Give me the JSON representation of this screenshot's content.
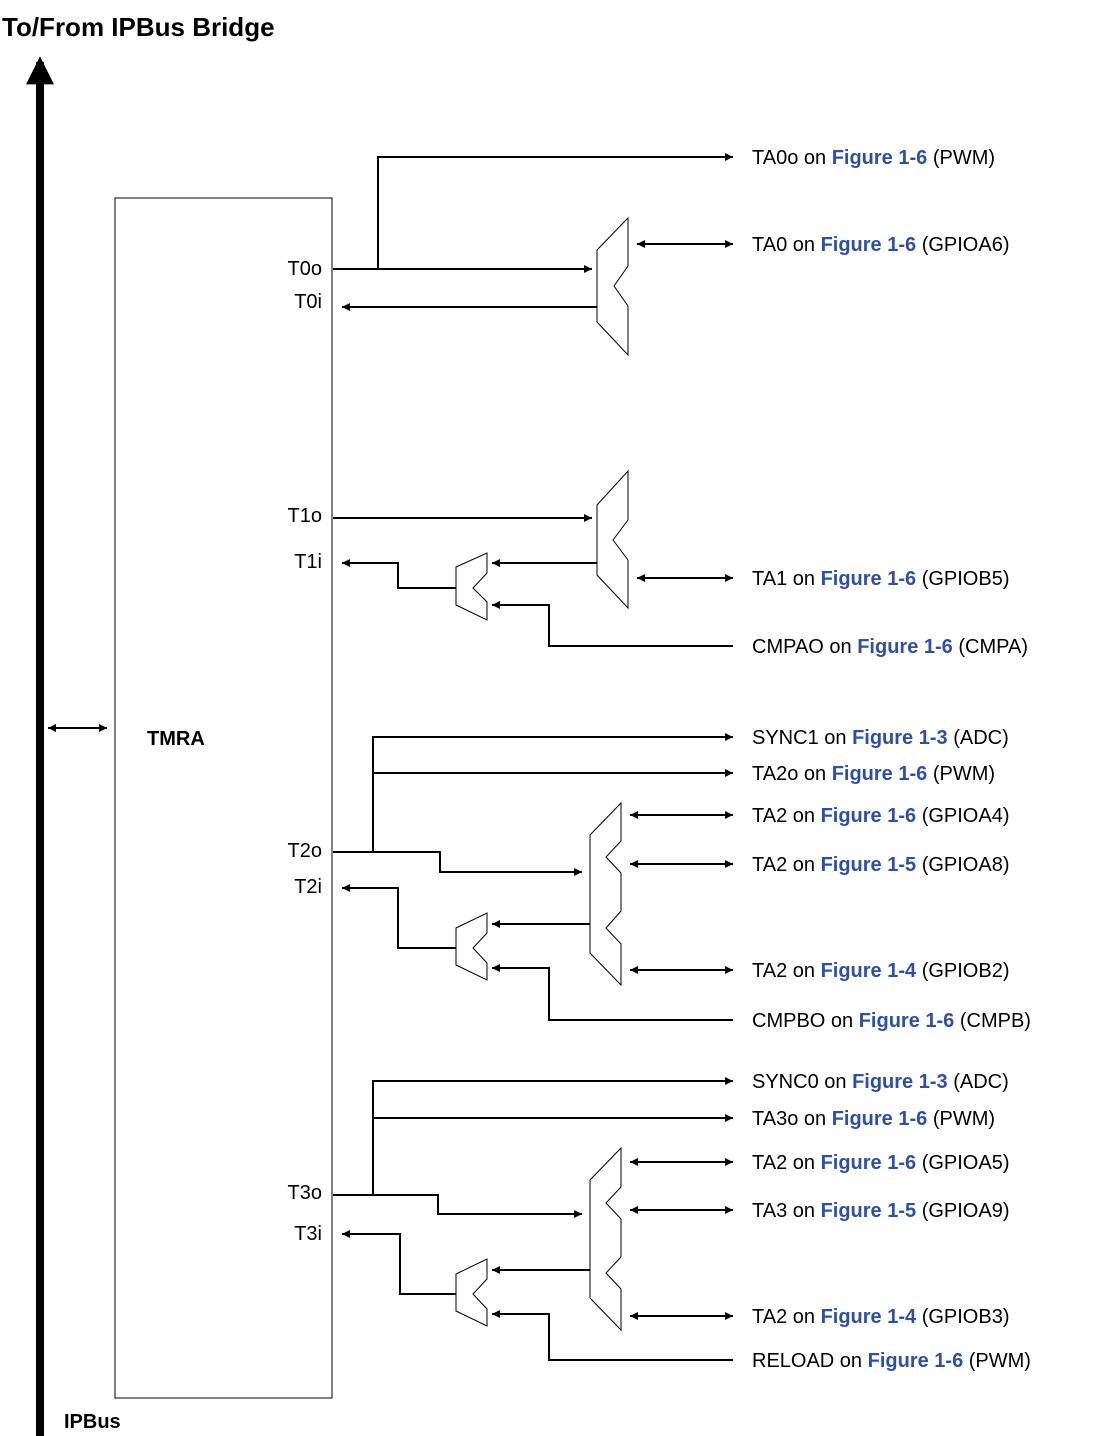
{
  "header": {
    "bridge_label": "To/From IPBus Bridge"
  },
  "footer": {
    "bus_label": "IPBus"
  },
  "module": {
    "name": "TMRA",
    "pins": [
      "T0o",
      "T0i",
      "T1o",
      "T1i",
      "T2o",
      "T2i",
      "T3o",
      "T3i"
    ]
  },
  "connections": [
    {
      "signal": "TA0o on ",
      "ref": "Figure 1-6",
      "target": " (PWM)"
    },
    {
      "signal": "TA0 on ",
      "ref": "Figure 1-6",
      "target": " (GPIOA6)"
    },
    {
      "signal": "TA1 on ",
      "ref": "Figure 1-6",
      "target": " (GPIOB5)"
    },
    {
      "signal": "CMPAO on ",
      "ref": "Figure 1-6",
      "target": " (CMPA)"
    },
    {
      "signal": "SYNC1 on ",
      "ref": "Figure 1-3",
      "target": " (ADC)"
    },
    {
      "signal": "TA2o on ",
      "ref": "Figure 1-6",
      "target": " (PWM)"
    },
    {
      "signal": "TA2 on ",
      "ref": "Figure 1-6",
      "target": " (GPIOA4)"
    },
    {
      "signal": "TA2 on ",
      "ref": "Figure 1-5",
      "target": " (GPIOA8)"
    },
    {
      "signal": "TA2 on ",
      "ref": "Figure 1-4",
      "target": " (GPIOB2)"
    },
    {
      "signal": "CMPBO on ",
      "ref": "Figure 1-6",
      "target": " (CMPB)"
    },
    {
      "signal": "SYNC0 on ",
      "ref": "Figure 1-3",
      "target": " (ADC)"
    },
    {
      "signal": "TA3o on ",
      "ref": "Figure 1-6",
      "target": " (PWM)"
    },
    {
      "signal": "TA2 on ",
      "ref": "Figure 1-6",
      "target": " (GPIOA5)"
    },
    {
      "signal": "TA3 on ",
      "ref": "Figure 1-5",
      "target": " (GPIOA9)"
    },
    {
      "signal": "TA2 on ",
      "ref": "Figure 1-4",
      "target": " (GPIOB3)"
    },
    {
      "signal": "RELOAD on ",
      "ref": "Figure 1-6",
      "target": " (PWM)"
    }
  ],
  "colors": {
    "line": "#000000",
    "link": "#2e4fa3"
  }
}
